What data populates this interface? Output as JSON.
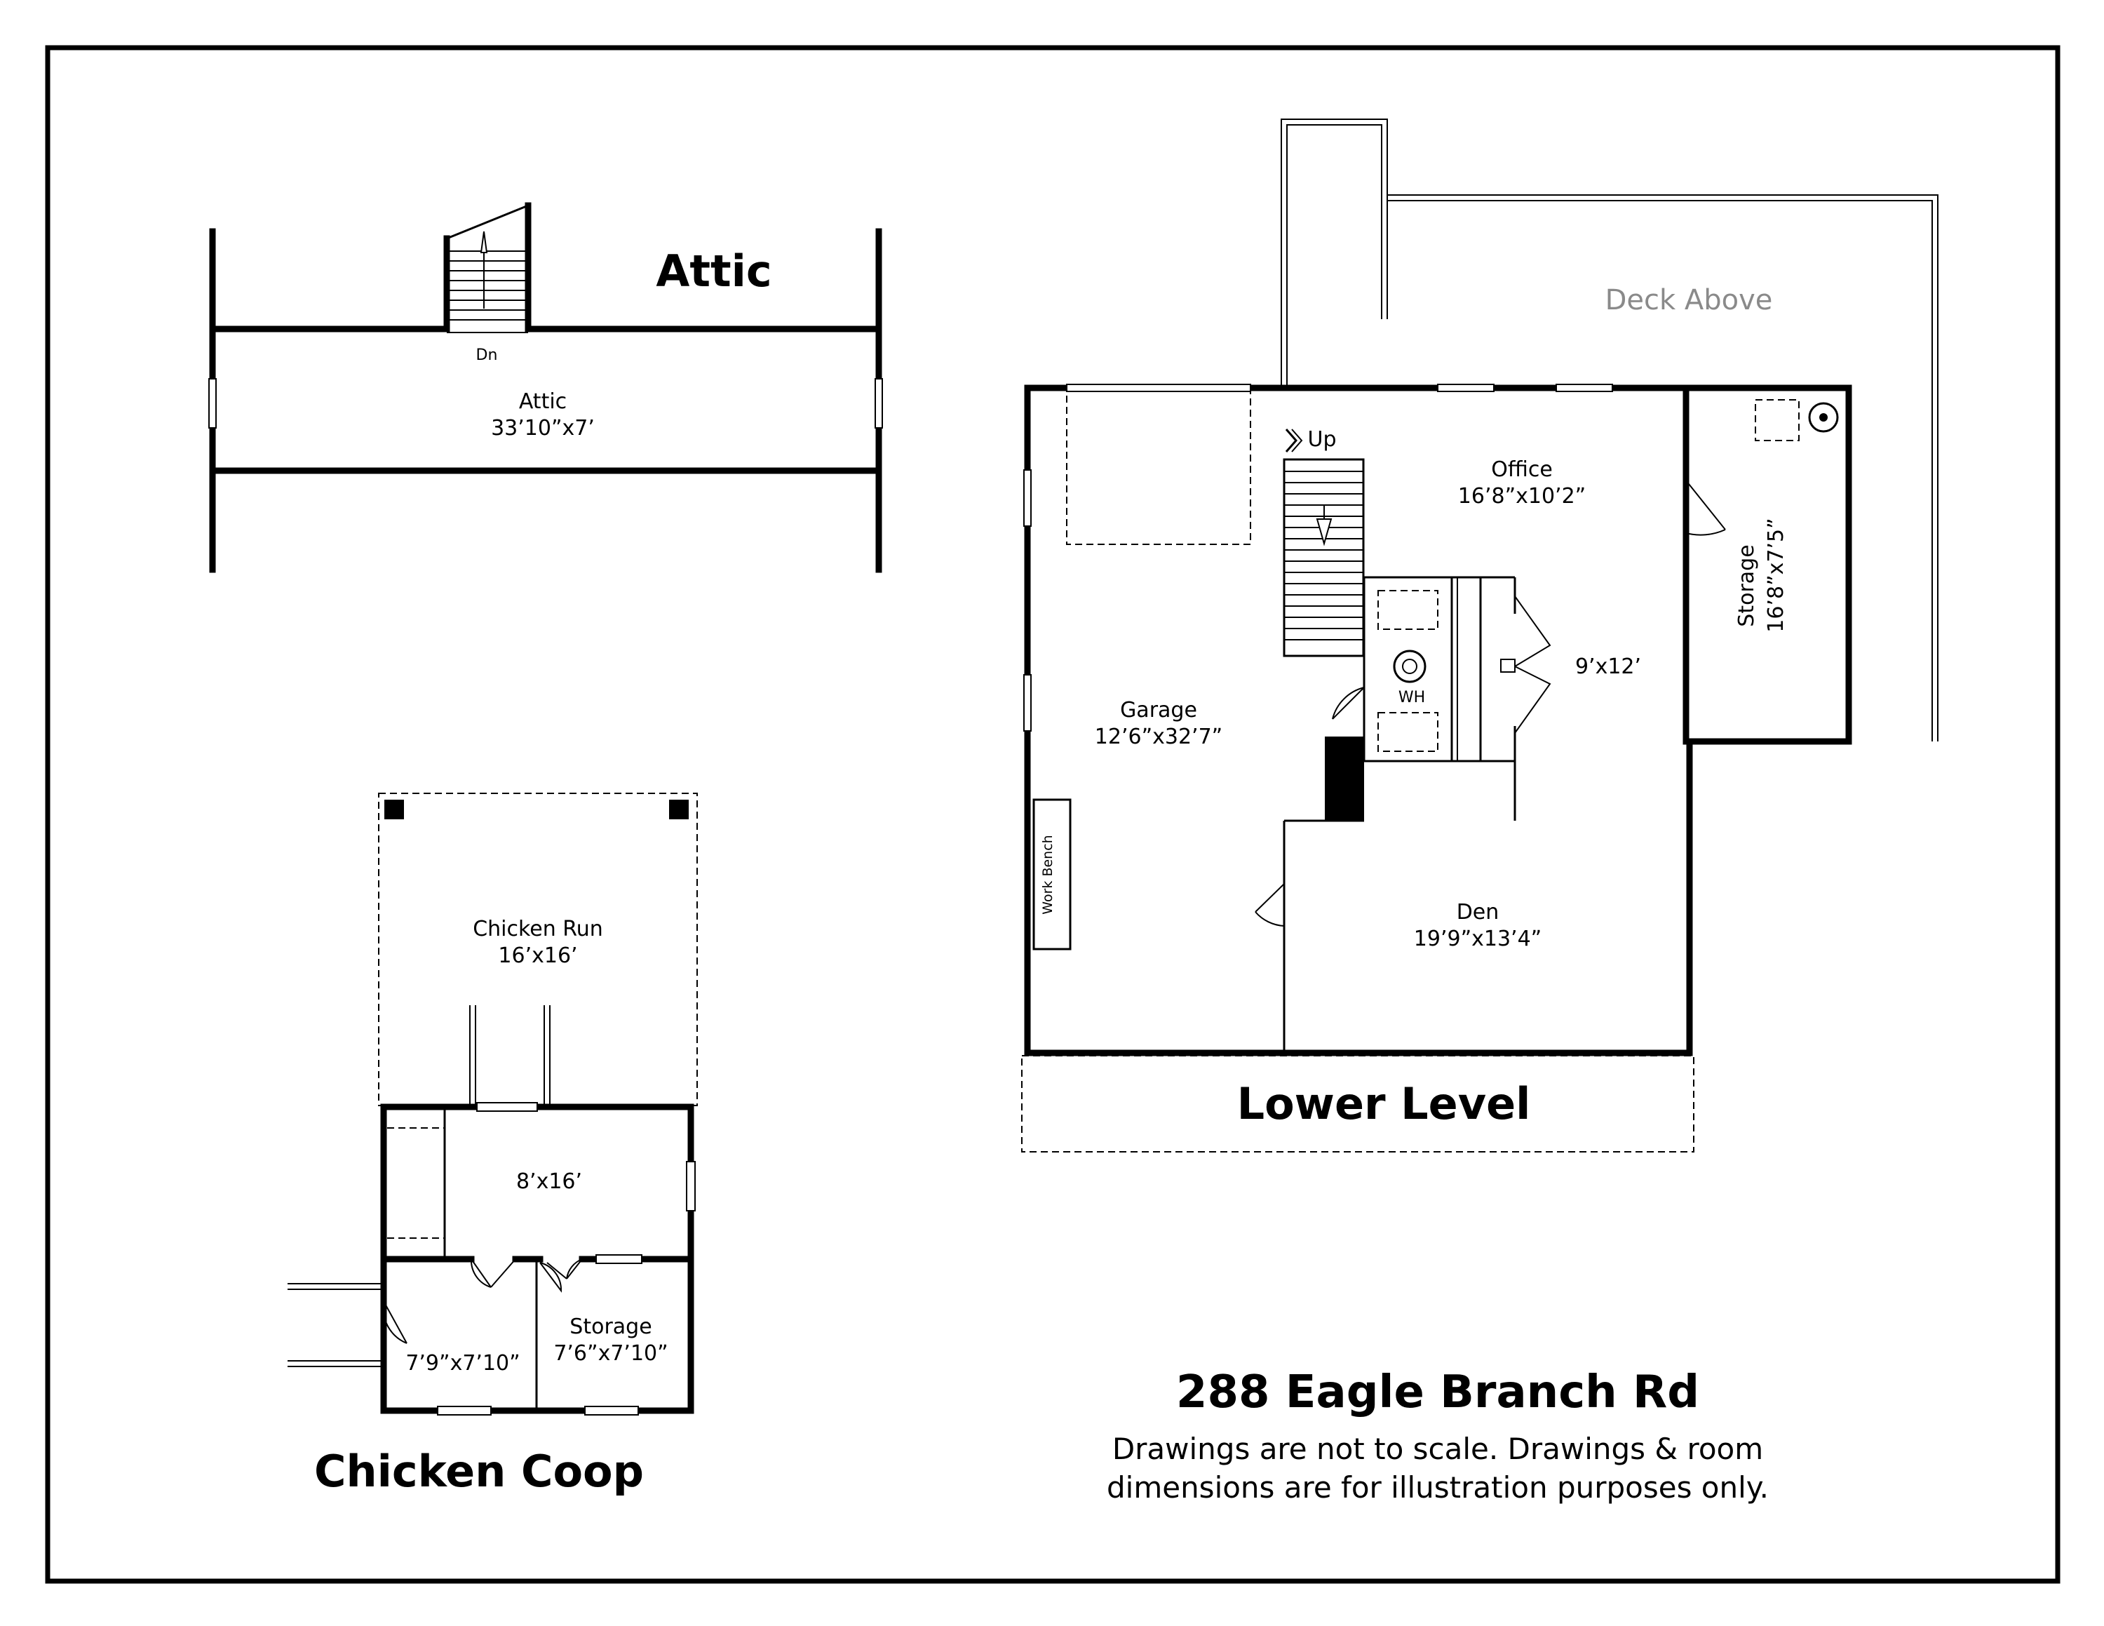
{
  "sections": {
    "attic_title": "Attic",
    "lower_level_title": "Lower Level",
    "chicken_coop_title": "Chicken Coop"
  },
  "attic": {
    "room_name": "Attic",
    "room_dim": "33’10”x7’",
    "stair_label": "Dn"
  },
  "lower_level": {
    "deck": "Deck Above",
    "stair_label": "Up",
    "office_name": "Office",
    "office_dim": "16’8”x10’2”",
    "storage_name": "Storage",
    "storage_dim": "16’8”x7’5”",
    "garage_name": "Garage",
    "garage_dim": "12’6”x32’7”",
    "room_9x12": "9’x12’",
    "wh": "WH",
    "work_bench": "Work Bench",
    "den_name": "Den",
    "den_dim": "19’9”x13’4”"
  },
  "coop": {
    "run_name": "Chicken Run",
    "run_dim": "16’x16’",
    "main_dim": "8’x16’",
    "room_dim": "7’9”x7’10”",
    "storage_name": "Storage",
    "storage_dim": "7’6”x7’10”"
  },
  "footer": {
    "address": "288 Eagle Branch Rd",
    "disclaimer_line1": "Drawings are not to scale. Drawings & room",
    "disclaimer_line2": "dimensions are for illustration purposes only."
  }
}
